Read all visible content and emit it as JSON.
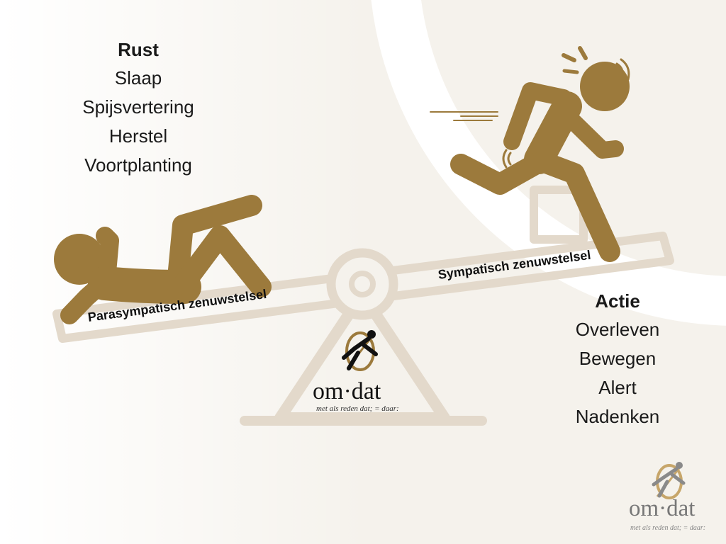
{
  "rust": {
    "heading": "Rust",
    "items": [
      "Slaap",
      "Spijsvertering",
      "Herstel",
      "Voortplanting"
    ]
  },
  "actie": {
    "heading": "Actie",
    "items": [
      "Overleven",
      "Bewegen",
      "Alert",
      "Nadenken"
    ]
  },
  "seesaw": {
    "left_label": "Parasympatisch zenuwstelsel",
    "right_label": "Sympatisch zenuwstelsel"
  },
  "logo": {
    "wordmark": "om·dat",
    "tagline": "met als reden dat; = daar:"
  },
  "colors": {
    "background": "#f5f2ec",
    "figure": "#9c7a3c",
    "seesaw_outline": "#e3d9cb",
    "text": "#1a1a1a"
  },
  "icons": [
    "reclining-person-icon",
    "running-person-icon",
    "omdat-logo-icon"
  ]
}
